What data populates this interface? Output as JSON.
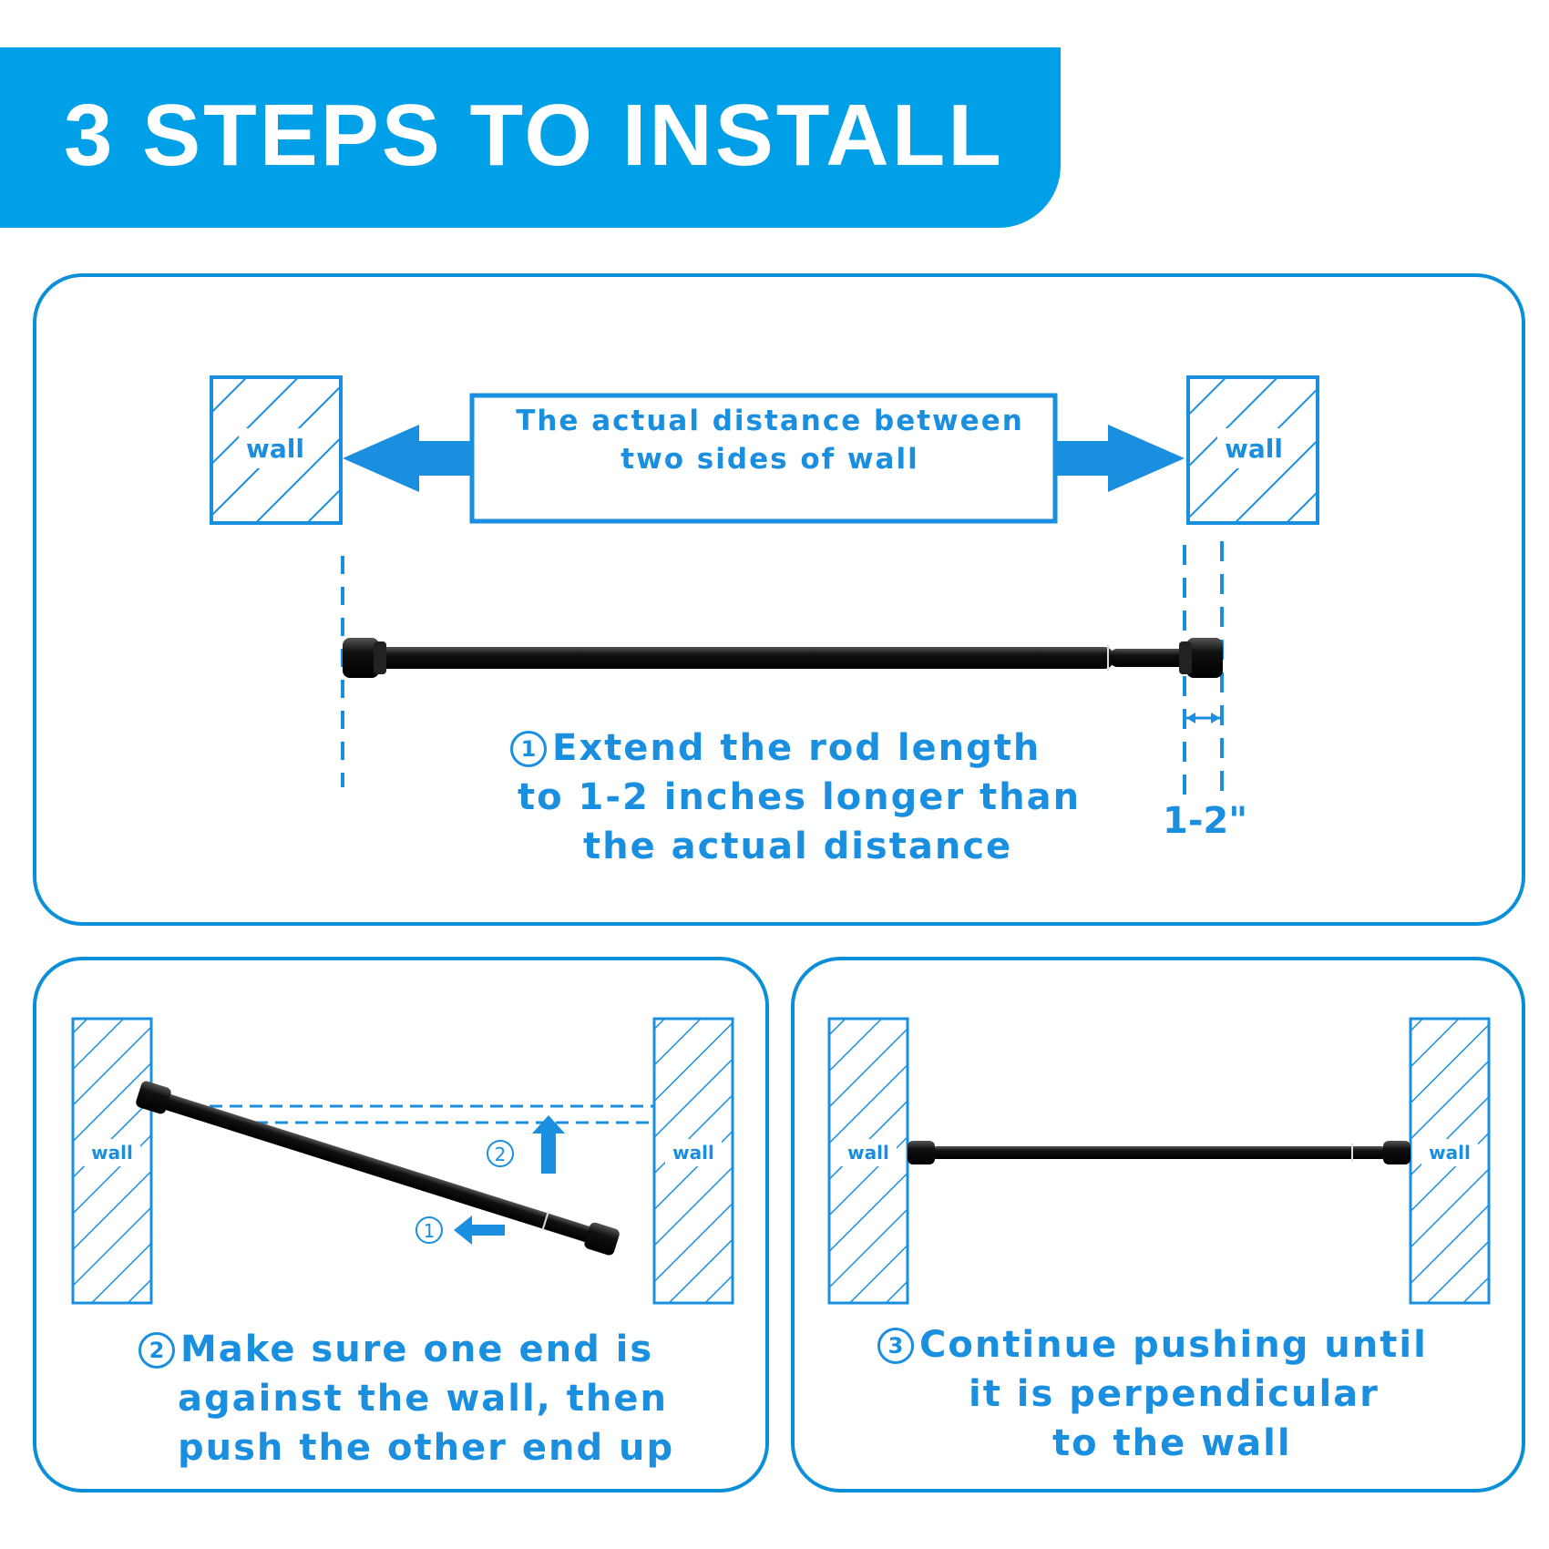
{
  "header": {
    "title": "3 STEPS TO INSTALL"
  },
  "wall_label": "wall",
  "step1": {
    "number": "1",
    "box_text_line1": "The actual distance between",
    "box_text_line2": "two sides of wall",
    "caption_line1": "Extend the rod length",
    "caption_line2": "to 1-2 inches longer than",
    "caption_line3": "the actual distance",
    "dimension_label": "1-2\""
  },
  "step2": {
    "number": "2",
    "marker_up": "2",
    "marker_left": "1",
    "caption_line1": "Make sure one end is",
    "caption_line2": "against the wall, then",
    "caption_line3": "push the other end up"
  },
  "step3": {
    "number": "3",
    "caption_line1": "Continue pushing until",
    "caption_line2": "it is perpendicular",
    "caption_line3": "to the wall"
  },
  "colors": {
    "header_bg": "#00a0e9",
    "accent_blue": "#1a8fe0",
    "rod_black": "#111111"
  }
}
